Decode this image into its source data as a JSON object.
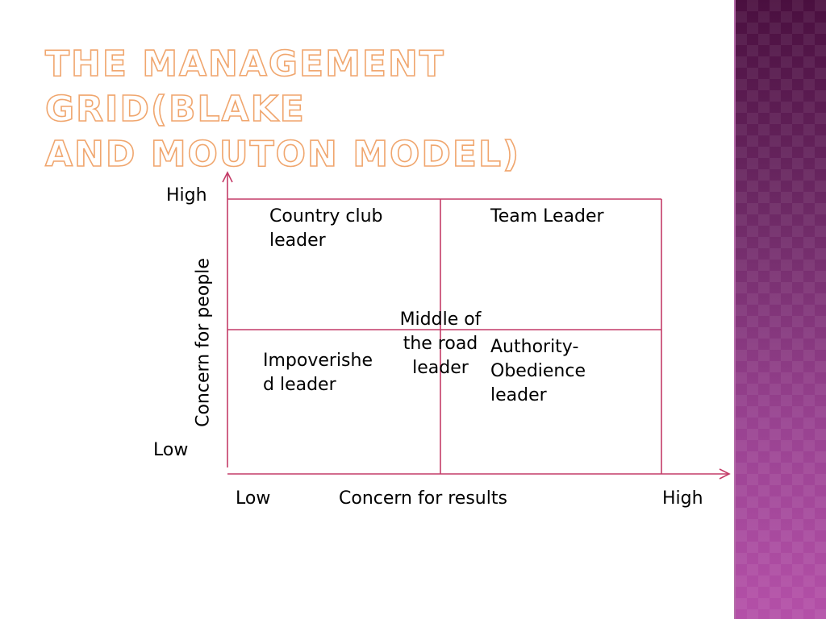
{
  "title": {
    "line1": "The Management Grid(Blake",
    "line2": "and Mouton Model)"
  },
  "axes": {
    "y_high": "High",
    "y_low": "Low",
    "y_label": "Concern for people",
    "x_low": "Low",
    "x_label": "Concern for results",
    "x_high": "High"
  },
  "quadrants": {
    "top_left": "Country club\nleader",
    "top_right": "Team Leader",
    "center": "Middle of\nthe road\nleader",
    "bottom_left": "Impoverishe\nd leader",
    "bottom_right": "Authority-\nObedience\nleader"
  },
  "colors": {
    "line": "#c43c68",
    "title_outline": "#f0a66e",
    "band": "#8e3a86"
  }
}
